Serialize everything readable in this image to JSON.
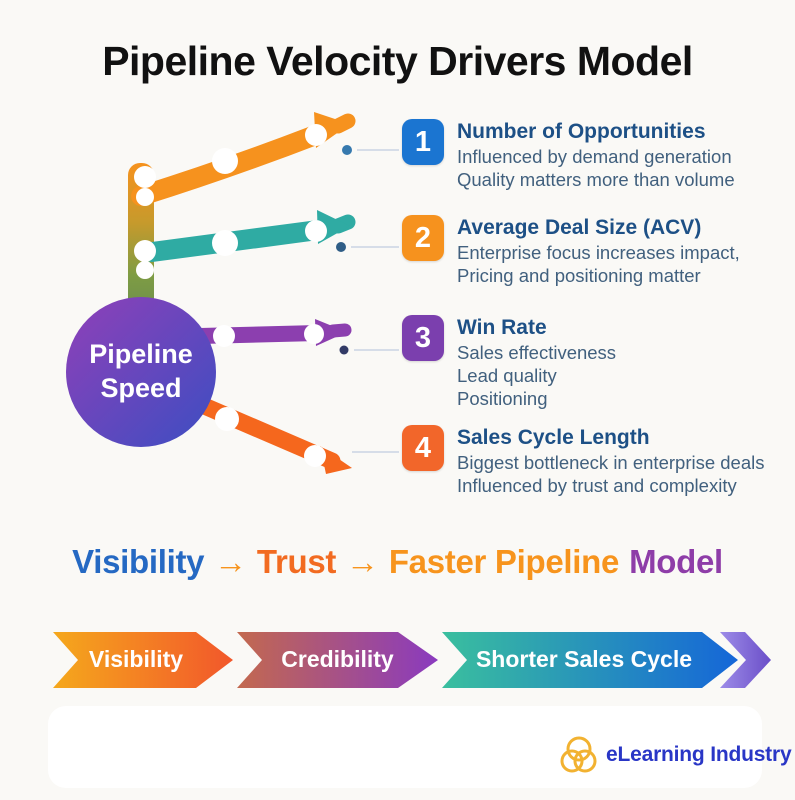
{
  "title": "Pipeline Velocity Drivers Model",
  "hub": {
    "label": "Pipeline Speed",
    "gradient": [
      "#9040b8",
      "#3c4ec2"
    ]
  },
  "drivers": [
    {
      "number": "1",
      "heading": "Number of Opportunities",
      "lines": [
        "Influenced by demand generation",
        "Quality matters more than volume"
      ],
      "color": "#1b75d1",
      "branch_color": "#f6921e"
    },
    {
      "number": "2",
      "heading": "Average Deal Size (ACV)",
      "lines": [
        "Enterprise focus increases impact,",
        "Pricing and positioning matter"
      ],
      "color": "#f6921e",
      "branch_color": "#2faba3"
    },
    {
      "number": "3",
      "heading": "Win Rate",
      "lines": [
        "Sales effectiveness",
        "Lead quality",
        "Positioning"
      ],
      "color": "#7b3fae",
      "branch_color": "#8c3faf"
    },
    {
      "number": "4",
      "heading": "Sales Cycle Length",
      "lines": [
        "Biggest bottleneck in enterprise deals",
        "Influenced by trust and complexity"
      ],
      "color": "#f2662a",
      "branch_color": "#f5671d"
    }
  ],
  "flow_sentence": {
    "parts": [
      {
        "text": "Visibility",
        "color": "#2569c3"
      },
      {
        "text": "→",
        "color": "#f7941d"
      },
      {
        "text": "Trust",
        "color": "#f26b21"
      },
      {
        "text": "→",
        "color": "#f7941d"
      },
      {
        "text": "Faster Pipeline",
        "color": "#f7941d"
      },
      {
        "text": "Model",
        "color": "#8e3da8"
      }
    ]
  },
  "banner": {
    "steps": [
      {
        "label": "Visibility",
        "gradient": [
          "#f5a81c",
          "#f2572b"
        ]
      },
      {
        "label": "Credibility",
        "gradient": [
          "#c3694e",
          "#8a3abf"
        ]
      },
      {
        "label": "Shorter Sales Cycle",
        "gradient": [
          "#3abf9e",
          "#1566d8"
        ]
      }
    ],
    "final_chevron_gradient": [
      "#9d8ce8",
      "#6a4ec8"
    ]
  },
  "logo": {
    "text": "eLearning Industry",
    "text_color": "#2936c6",
    "ring_color": "#f2b231"
  },
  "palette": {
    "background": "#faf9f6",
    "title": "#111111",
    "heading": "#1d5086",
    "body": "#41607e",
    "connector_line": "#c9d4e4",
    "connector_dot": "#33608c"
  }
}
